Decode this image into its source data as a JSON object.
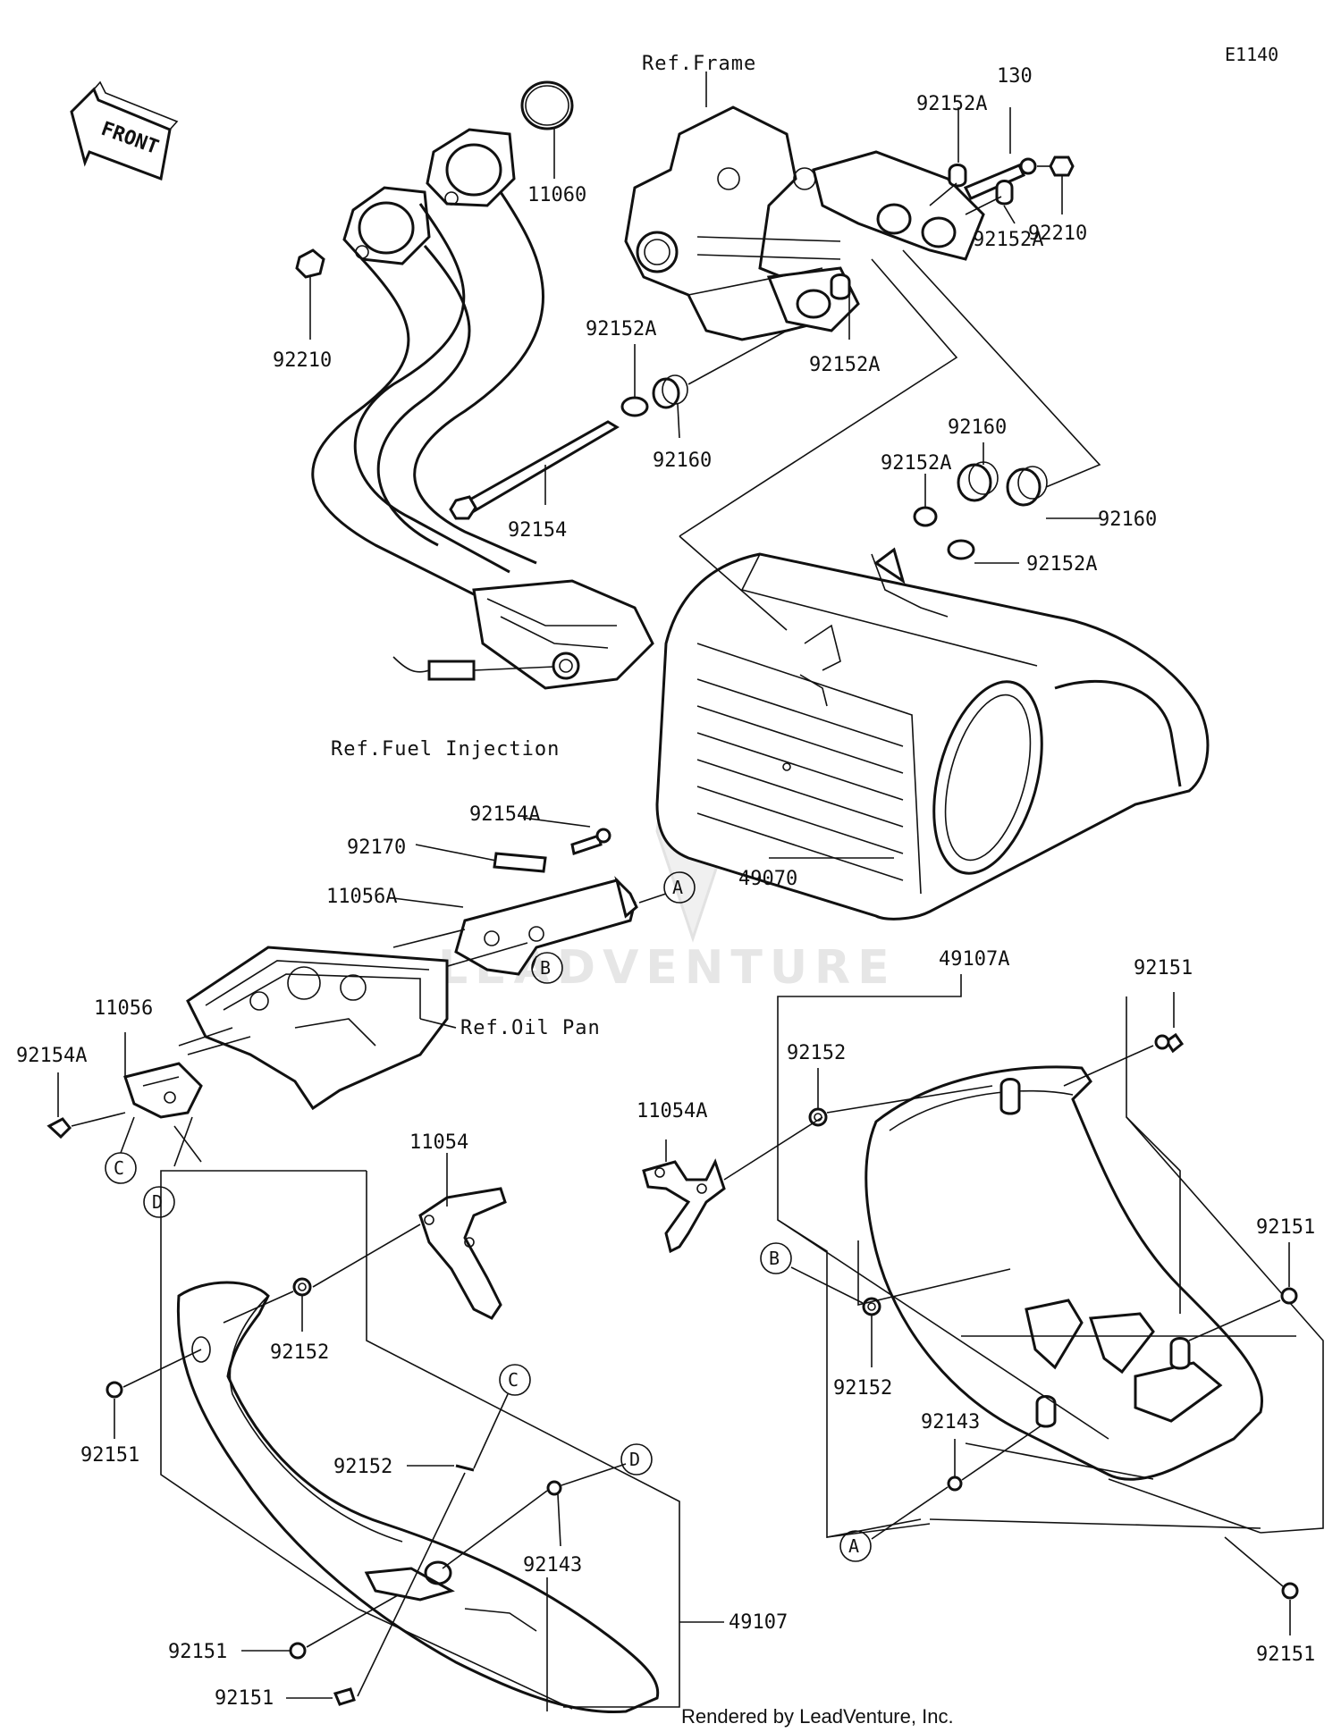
{
  "diagram_code": "E1140",
  "front_arrow_text": "FRONT",
  "watermark": "LEADVENTURE",
  "rendered_by": "Rendered by LeadVenture, Inc.",
  "refs": {
    "frame": "Ref.Frame",
    "fuel_injection": "Ref.Fuel Injection",
    "oil_pan": "Ref.Oil Pan"
  },
  "callout_letters": [
    "A",
    "B",
    "C",
    "D"
  ],
  "parts": {
    "p130": "130",
    "p11060": "11060",
    "p92210": "92210",
    "p92152A": "92152A",
    "p92160": "92160",
    "p92154": "92154",
    "p92154A": "92154A",
    "p92170": "92170",
    "p11056A": "11056A",
    "p11056": "11056",
    "p49070": "49070",
    "p49107A": "49107A",
    "p49107": "49107",
    "p92151": "92151",
    "p92152": "92152",
    "p11054A": "11054A",
    "p11054": "11054",
    "p92143": "92143"
  }
}
